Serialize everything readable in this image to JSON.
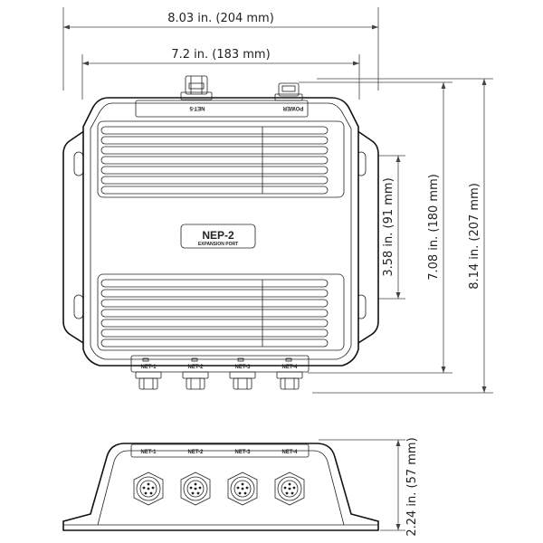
{
  "dimensions": {
    "overall_width": "8.03 in. (204 mm)",
    "inner_width": "7.2 in. (183 mm)",
    "mount_spacing": "3.58 in. (91 mm)",
    "body_height": "7.08 in. (180 mm)",
    "overall_height": "8.14 in. (207 mm)",
    "depth": "2.24 in. (57 mm)"
  },
  "device": {
    "model": "NEP-2",
    "port_label": "EXPANSION PORT",
    "top_left_connector": "NET-5",
    "top_right_connector": "POWER"
  },
  "net_ports": [
    "NET-1",
    "NET-2",
    "NET-3",
    "NET-4"
  ],
  "side_ports": [
    "NET-1",
    "NET-2",
    "NET-3",
    "NET-4"
  ]
}
